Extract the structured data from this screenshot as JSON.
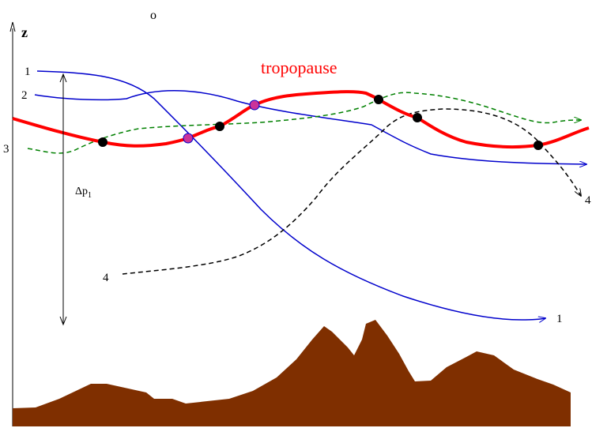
{
  "labels": {
    "axis_z": "z",
    "top_symbol": "o",
    "tropopause": "tropopause",
    "delta_p": "Δp",
    "delta_p_sub": "1",
    "traj1_start": "1",
    "traj1_end": "1",
    "traj2_start": "2",
    "traj3_start": "3",
    "traj4_start": "4",
    "traj4_end": "4"
  },
  "colors": {
    "tropopause": "#ff0000",
    "trajectory_1": "#0000cc",
    "trajectory_2": "#0000cc",
    "trajectory_3": "#008000",
    "trajectory_4": "#000000",
    "terrain": "#7f2f00",
    "crossing_marker": "#000000",
    "crossing_marker_on_blue": "#cc3399"
  }
}
